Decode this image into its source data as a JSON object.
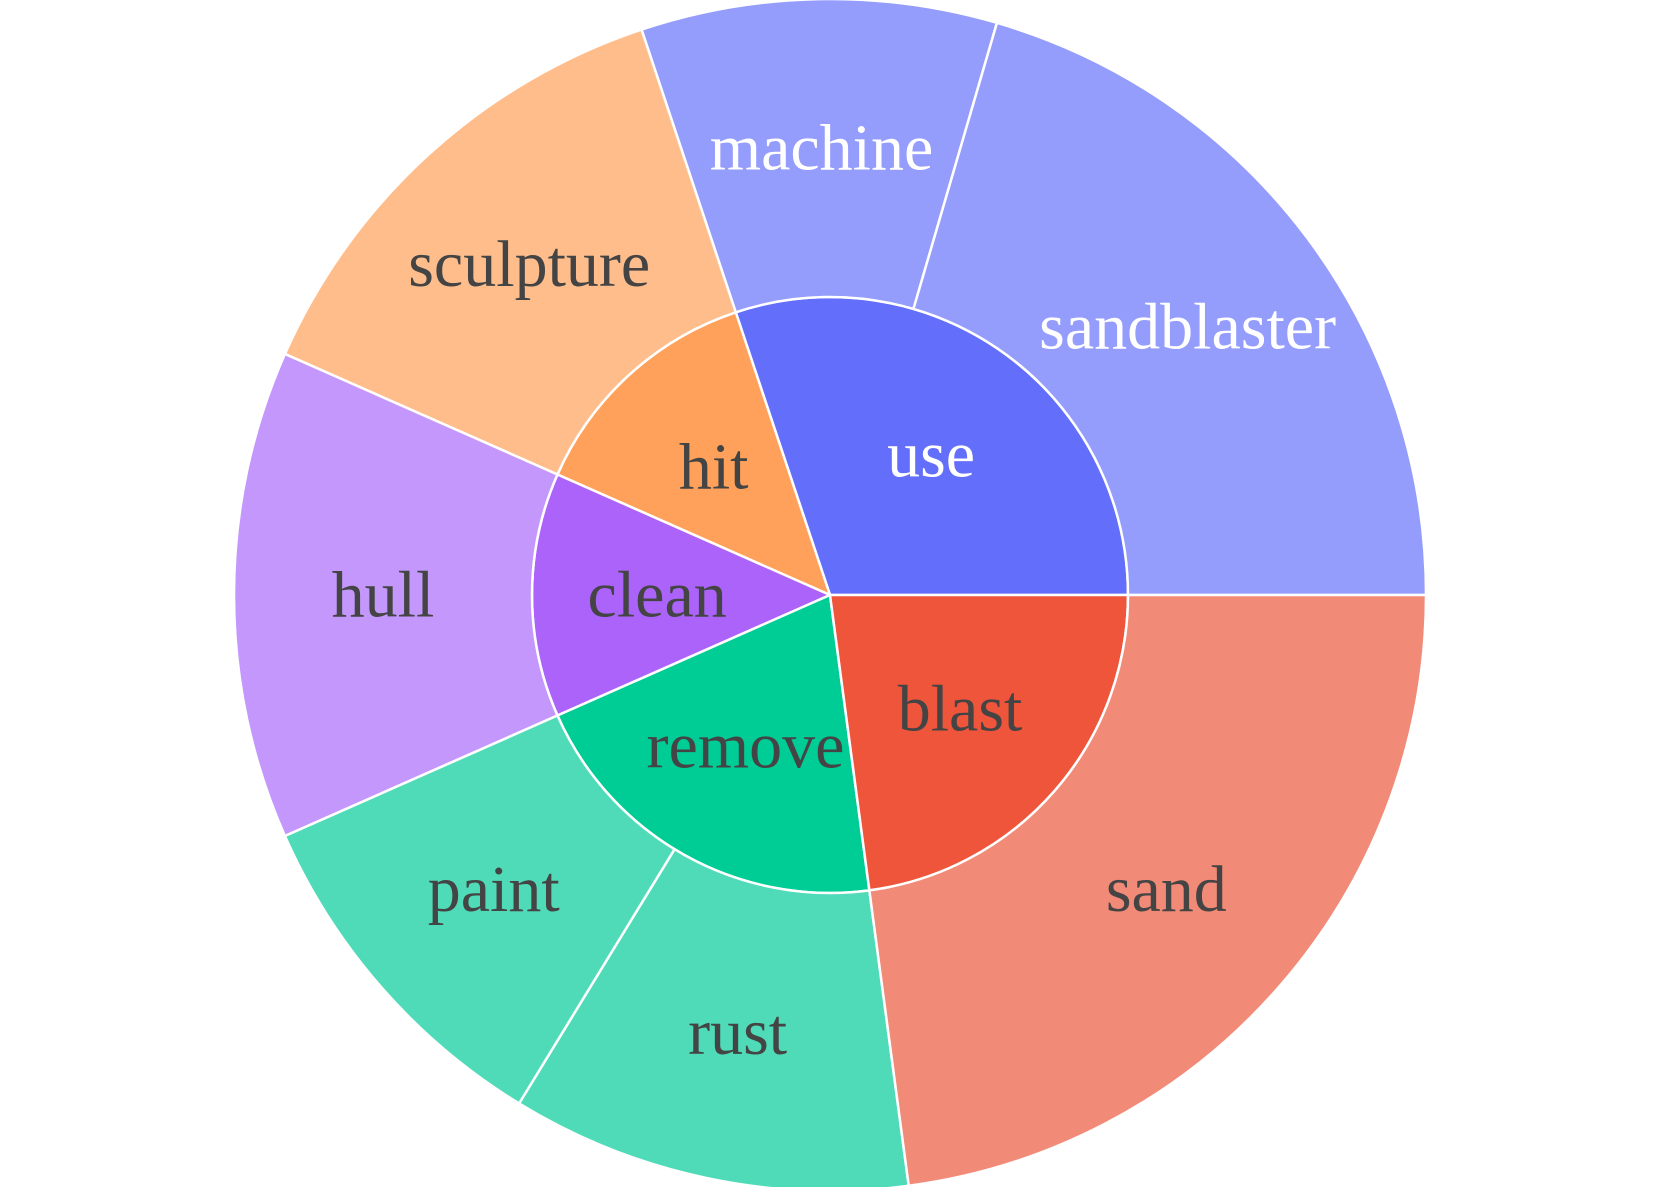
{
  "chart_data": {
    "type": "sunburst",
    "title": "",
    "nodes": [
      {
        "id": "use",
        "label": "use",
        "parent": "",
        "value": 25,
        "color": "#636efa",
        "label_color": "#ffffff"
      },
      {
        "id": "use/machine",
        "label": "machine",
        "parent": "use",
        "value": 8,
        "color": "#949cfc",
        "label_color": "#ffffff"
      },
      {
        "id": "use/sandblaster",
        "label": "sandblaster",
        "parent": "use",
        "value": 17,
        "color": "#949cfc",
        "label_color": "#ffffff"
      },
      {
        "id": "hit",
        "label": "hit",
        "parent": "",
        "value": 11,
        "color": "#ffa15a",
        "label_color": "#444444"
      },
      {
        "id": "hit/sculpture",
        "label": "sculpture",
        "parent": "hit",
        "value": 11,
        "color": "#ffbd8c",
        "label_color": "#444444"
      },
      {
        "id": "clean",
        "label": "clean",
        "parent": "",
        "value": 11,
        "color": "#ab63fa",
        "label_color": "#444444"
      },
      {
        "id": "clean/hull",
        "label": "hull",
        "parent": "clean",
        "value": 11,
        "color": "#c497fc",
        "label_color": "#444444"
      },
      {
        "id": "remove",
        "label": "remove",
        "parent": "",
        "value": 17,
        "color": "#00cc96",
        "label_color": "#444444"
      },
      {
        "id": "remove/rust",
        "label": "rust",
        "parent": "remove",
        "value": 9,
        "color": "#4fdbb8",
        "label_color": "#444444"
      },
      {
        "id": "remove/paint",
        "label": "paint",
        "parent": "remove",
        "value": 8,
        "color": "#4fdbb8",
        "label_color": "#444444"
      },
      {
        "id": "blast",
        "label": "blast",
        "parent": "",
        "value": 19,
        "color": "#ef553b",
        "label_color": "#444444"
      },
      {
        "id": "blast/sand",
        "label": "sand",
        "parent": "blast",
        "value": 19,
        "color": "#f28a78",
        "label_color": "#444444"
      }
    ]
  }
}
